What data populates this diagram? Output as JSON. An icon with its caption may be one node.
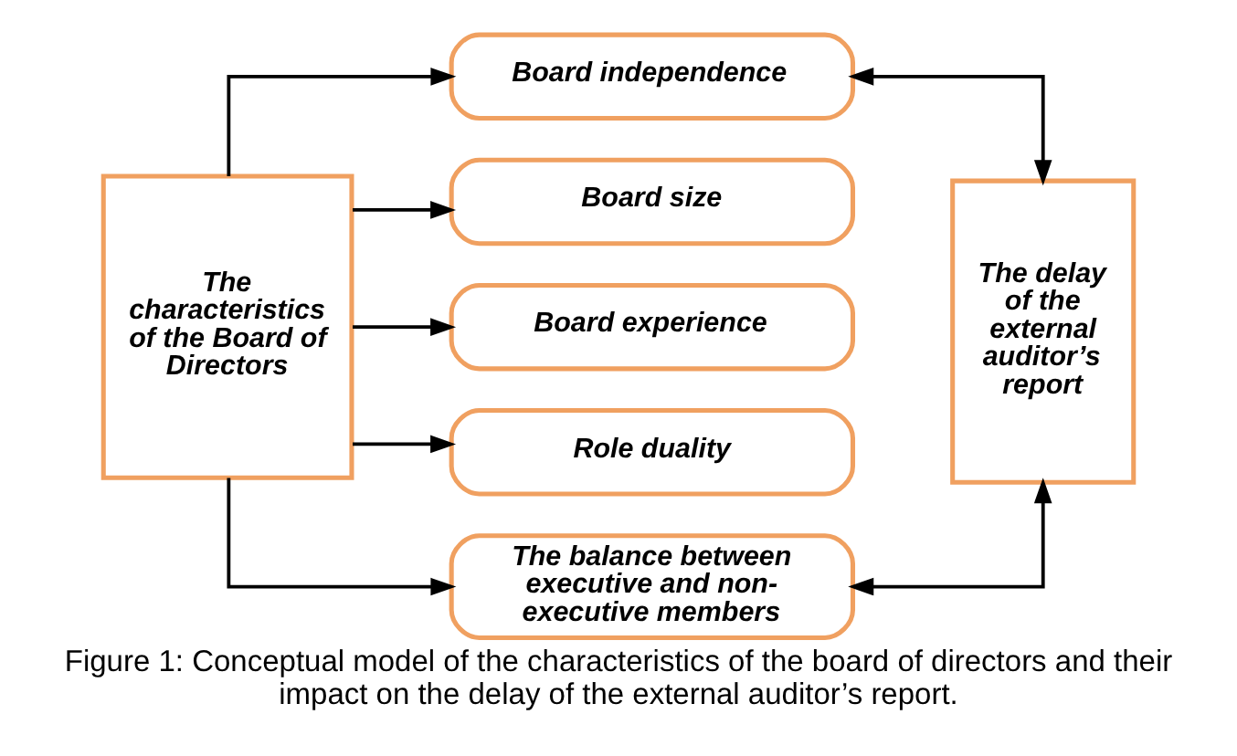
{
  "diagram": {
    "caption": "Figure 1: Conceptual model of the characteristics of the board of directors and their impact on the delay of the external auditor’s report.",
    "nodes": [
      {
        "text": [
          "The characteristics of the Board of Directors"
        ]
      },
      {
        "text": [
          "Board independence"
        ]
      },
      {
        "text": [
          "Board size"
        ]
      },
      {
        "text": [
          "Board experience"
        ]
      },
      {
        "text": [
          "Role duality"
        ]
      },
      {
        "text": [
          "The balance between executive and non-executive members"
        ]
      },
      {
        "text": [
          "The delay of the external auditor’s report"
        ]
      }
    ],
    "edges": [
      {
        "from": 0,
        "to": 1,
        "arrow": "to"
      },
      {
        "from": 0,
        "to": 2,
        "arrow": "to"
      },
      {
        "from": 0,
        "to": 3,
        "arrow": "to"
      },
      {
        "from": 0,
        "to": 4,
        "arrow": "to"
      },
      {
        "from": 0,
        "to": 5,
        "arrow": "to"
      },
      {
        "from": 1,
        "to": 6,
        "arrow": "both"
      },
      {
        "from": 5,
        "to": 6,
        "arrow": "both"
      }
    ]
  }
}
